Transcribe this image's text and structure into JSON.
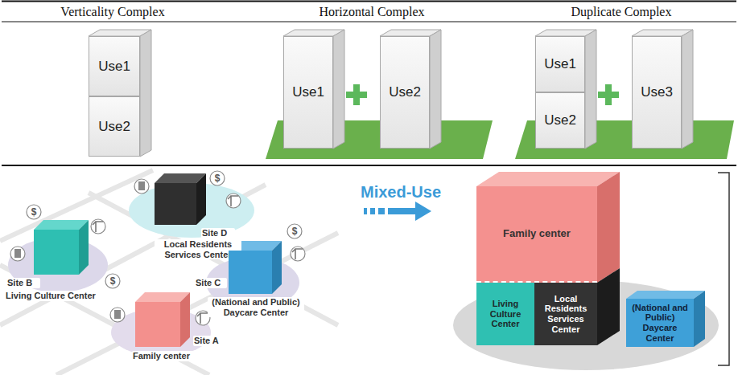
{
  "diagram": {
    "nodes": [
      {
        "text": [
          "Use1"
        ]
      },
      {
        "text": [
          "Use2"
        ]
      },
      {
        "text": [
          "Use1"
        ]
      },
      {
        "text": [
          "Use2"
        ]
      },
      {
        "text": [
          "Use1"
        ]
      },
      {
        "text": [
          "Use2"
        ]
      },
      {
        "text": [
          "Use3"
        ]
      },
      {
        "text": [
          "Site D",
          "Local Residents Services Center"
        ]
      },
      {
        "text": [
          "Site B",
          "Living Culture Center"
        ]
      },
      {
        "text": [
          "Site C",
          "(National and Public) Daycare Center"
        ]
      },
      {
        "text": [
          "Site A",
          "Family center"
        ]
      },
      {
        "text": [
          "Family center"
        ]
      },
      {
        "text": [
          "Living Culture Center"
        ]
      },
      {
        "text": [
          "Local Residents Services Center"
        ]
      },
      {
        "text": [
          "(National and Public) Daycare Center"
        ]
      }
    ],
    "labels": [
      "Verticality Complex",
      "Horizontal Complex",
      "Duplicate Complex",
      "Mixed-Use",
      "$",
      "$",
      "$",
      "$"
    ]
  }
}
